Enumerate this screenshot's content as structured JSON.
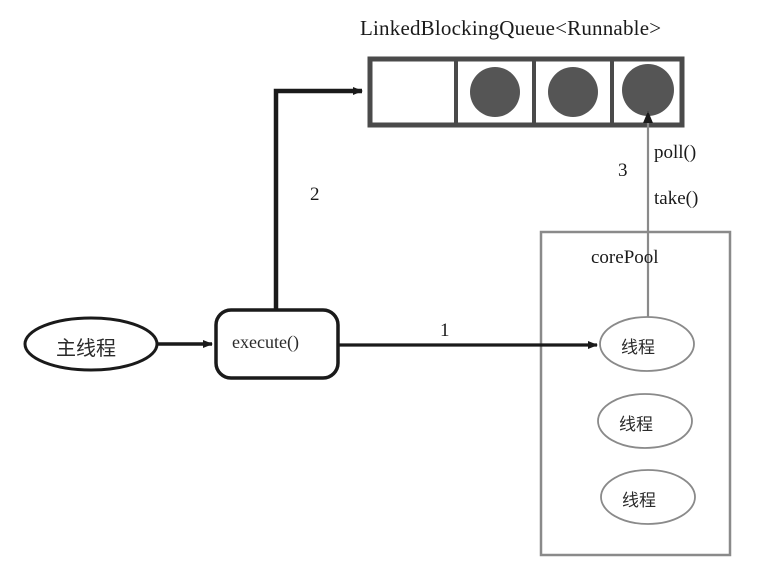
{
  "diagram": {
    "title": "LinkedBlockingQueue<Runnable>",
    "colors": {
      "stroke_dark": "#1a1a1a",
      "stroke_gray": "#6e6e6e",
      "task_fill": "#555555",
      "background": "#ffffff"
    },
    "queue": {
      "label": "LinkedBlockingQueue<Runnable>",
      "cells": [
        {
          "name": "cell-empty",
          "has_task": false
        },
        {
          "name": "cell-task-1",
          "has_task": true
        },
        {
          "name": "cell-task-2",
          "has_task": true
        },
        {
          "name": "cell-task-3",
          "has_task": true
        }
      ]
    },
    "main_thread": {
      "label": "主线程"
    },
    "execute_box": {
      "label": "execute()"
    },
    "core_pool": {
      "label": "corePool",
      "threads": [
        {
          "label": "线程"
        },
        {
          "label": "线程"
        },
        {
          "label": "线程"
        }
      ]
    },
    "edges": [
      {
        "name": "edge-execute-to-pool",
        "step": "1"
      },
      {
        "name": "edge-execute-to-queue",
        "step": "2"
      },
      {
        "name": "edge-queue-to-thread",
        "step": "3"
      }
    ],
    "methods": {
      "poll": "poll()",
      "take": "take()"
    }
  }
}
